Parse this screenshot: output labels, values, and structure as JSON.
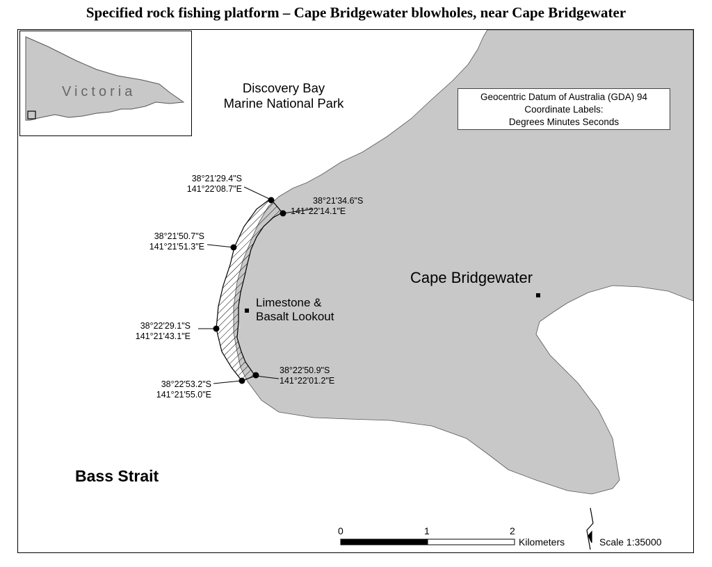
{
  "title": "Specified rock fishing platform – Cape Bridgewater blowholes, near Cape Bridgewater",
  "inset": {
    "region_label": "Victoria"
  },
  "labels": {
    "marine_park": [
      "Discovery Bay",
      "Marine National Park"
    ],
    "cape": "Cape Bridgewater",
    "lookout": [
      "Limestone &",
      "Basalt Lookout"
    ],
    "strait": "Bass Strait"
  },
  "datum_box": [
    "Geocentric Datum of Australia (GDA) 94",
    "Coordinate Labels:",
    "Degrees Minutes Seconds"
  ],
  "coordinates": [
    {
      "lat": "38°21'29.4\"S",
      "lon": "141°22'08.7\"E"
    },
    {
      "lat": "38°21'34.6\"S",
      "lon": "141°22'14.1\"E"
    },
    {
      "lat": "38°21'50.7\"S",
      "lon": "141°21'51.3\"E"
    },
    {
      "lat": "38°22'29.1\"S",
      "lon": "141°21'43.1\"E"
    },
    {
      "lat": "38°22'53.2\"S",
      "lon": "141°21'55.0\"E"
    },
    {
      "lat": "38°22'50.9\"S",
      "lon": "141°22'01.2\"E"
    }
  ],
  "scale_bar": {
    "ticks": [
      "0",
      "1",
      "2"
    ],
    "unit": "Kilometers",
    "ratio": "Scale 1:35000"
  },
  "colors": {
    "land": "#c8c8c8",
    "water": "#ffffff",
    "line": "#000000"
  },
  "icons": {
    "north_arrow": "north-arrow-icon"
  }
}
